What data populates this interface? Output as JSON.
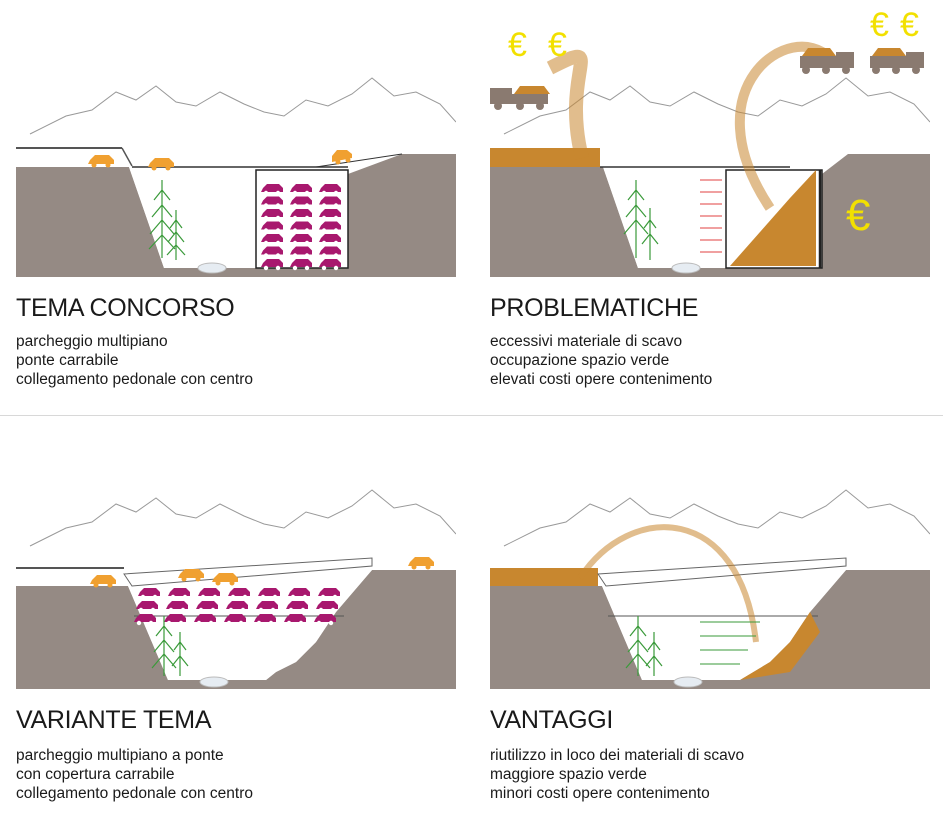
{
  "panels": [
    {
      "title": "TEMA CONCORSO",
      "lines": [
        "parcheggio multipiano",
        "ponte carrabile",
        "collegamento pedonale con centro"
      ]
    },
    {
      "title": "PROBLEMATICHE",
      "lines": [
        "eccessivi materiale di scavo",
        "occupazione spazio verde",
        "elevati costi opere contenimento"
      ]
    },
    {
      "title": "VARIANTE TEMA",
      "lines": [
        "parcheggio multipiano a ponte",
        "con copertura carrabile",
        "collegamento pedonale con centro"
      ]
    },
    {
      "title": "VANTAGGI",
      "lines": [
        "riutilizzo in loco dei materiali di scavo",
        "maggiore spazio verde",
        "minori costi opere contenimento"
      ]
    }
  ],
  "currency_symbol": "€",
  "colors": {
    "ground": "#958a84",
    "car_orange": "#f0a030",
    "car_magenta": "#a8186e",
    "soil": "#c8872f",
    "tree": "#3a9a3a",
    "euro": "#f2e000",
    "truck": "#8a7a70"
  }
}
